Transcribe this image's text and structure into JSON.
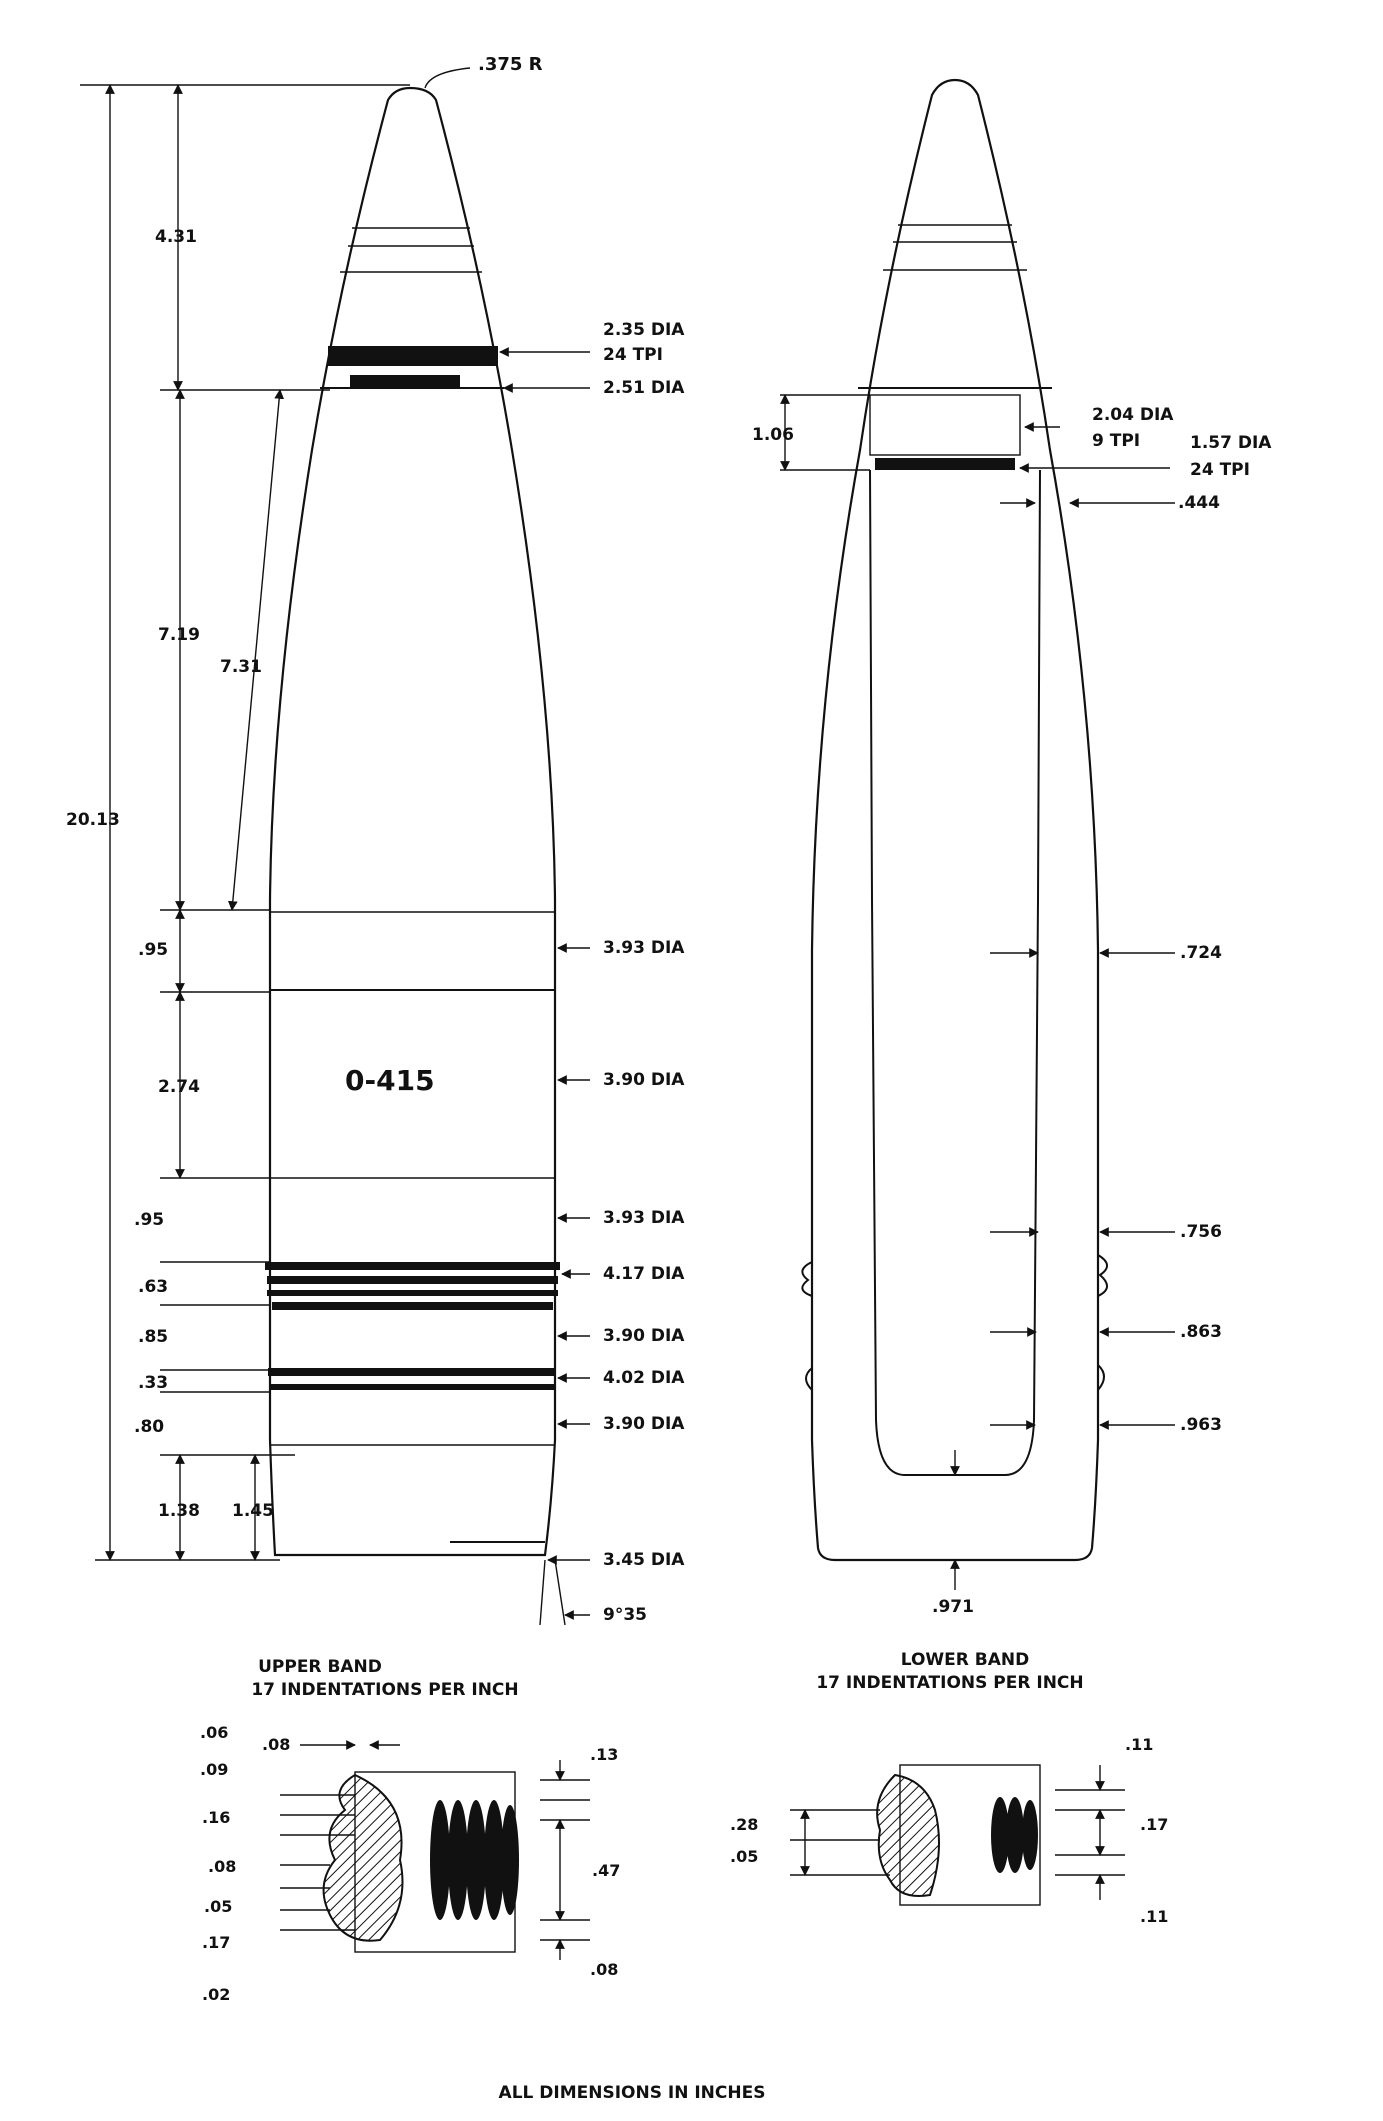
{
  "left_shell": {
    "nose_radius": ".375 R",
    "dims_left": [
      "4.31",
      "7.19",
      "7.31",
      "20.13",
      ".95",
      "2.74",
      ".95",
      ".63",
      ".85",
      ".33",
      ".80",
      "1.38",
      "1.45"
    ],
    "dims_right": [
      "2.35 DIA",
      "24 TPI",
      "2.51 DIA",
      "3.93 DIA",
      "3.90 DIA",
      "3.93 DIA",
      "4.17 DIA",
      "3.90 DIA",
      "4.02 DIA",
      "3.90 DIA",
      "3.45 DIA",
      "9°35"
    ],
    "marking": "0-415"
  },
  "right_shell": {
    "cavity_dim": "1.06",
    "dims": [
      "2.04 DIA",
      "9 TPI",
      "1.57 DIA",
      "24 TPI",
      ".444",
      ".724",
      ".756",
      ".863",
      ".963",
      ".971"
    ]
  },
  "upper_band": {
    "title_line1": "UPPER BAND",
    "title_line2": "17 INDENTATIONS PER INCH",
    "dims": [
      ".06",
      ".08",
      ".09",
      ".16",
      ".08",
      ".05",
      ".17",
      ".02",
      ".13",
      ".47",
      ".08"
    ]
  },
  "lower_band": {
    "title_line1": "LOWER BAND",
    "title_line2": "17 INDENTATIONS PER INCH",
    "dims": [
      ".11",
      ".28",
      ".05",
      ".17",
      ".11"
    ]
  },
  "footer": "ALL DIMENSIONS IN INCHES"
}
